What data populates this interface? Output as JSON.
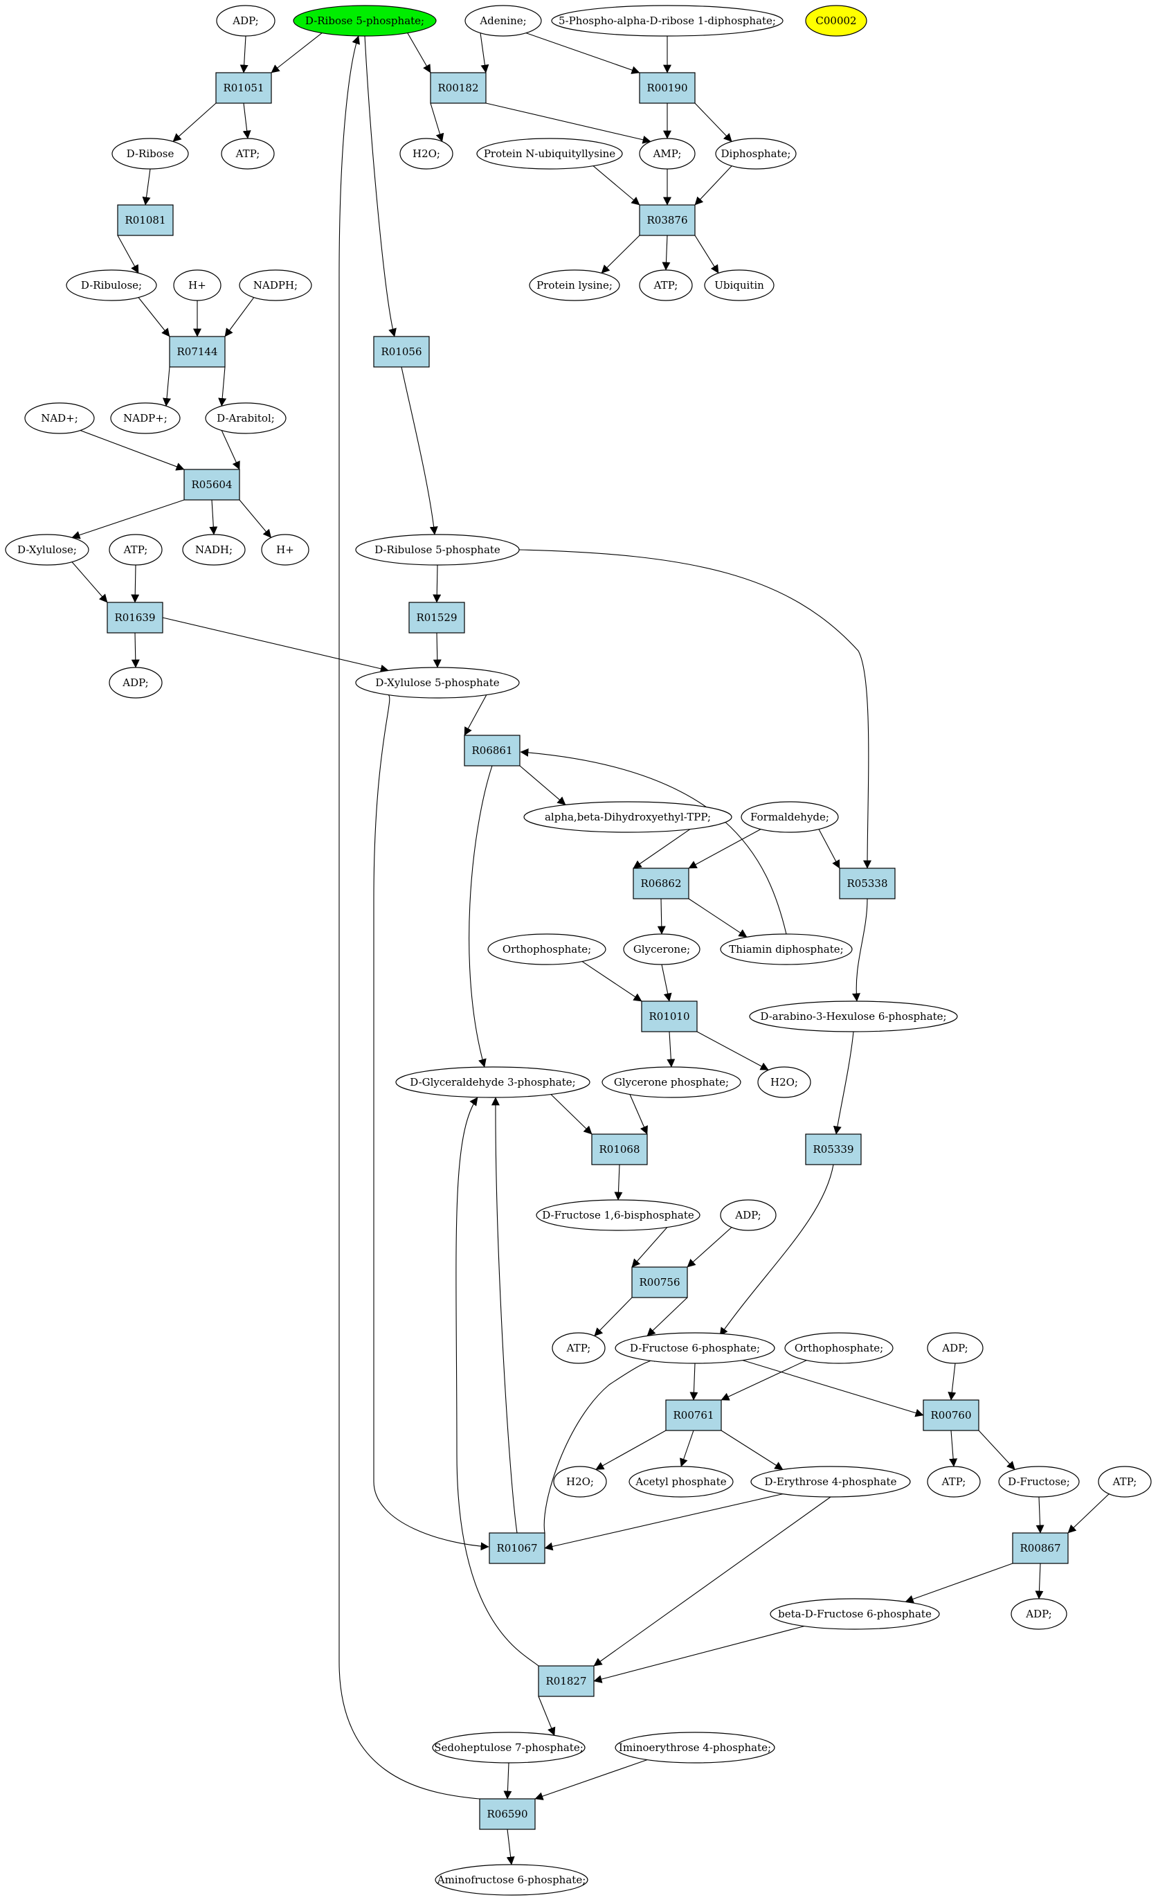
{
  "colors": {
    "reaction_fill": "#add8e6",
    "compound_fill": "#ffffff",
    "highlight_start": "#00ee00",
    "highlight_target": "#ffff00",
    "stroke": "#000000"
  },
  "nodes": {
    "n_adp1": {
      "label": "ADP;",
      "kind": "compound"
    },
    "n_r5p": {
      "label": "D-Ribose 5-phosphate;",
      "kind": "compound",
      "highlight": "start"
    },
    "n_adenine": {
      "label": "Adenine;",
      "kind": "compound"
    },
    "n_prpp": {
      "label": "5-Phospho-alpha-D-ribose 1-diphosphate;",
      "kind": "compound"
    },
    "n_c00002": {
      "label": "C00002",
      "kind": "compound",
      "highlight": "target"
    },
    "r01051": {
      "label": "R01051",
      "kind": "reaction"
    },
    "r00182": {
      "label": "R00182",
      "kind": "reaction"
    },
    "r00190": {
      "label": "R00190",
      "kind": "reaction"
    },
    "n_dribose": {
      "label": "D-Ribose",
      "kind": "compound"
    },
    "n_atp1": {
      "label": "ATP;",
      "kind": "compound"
    },
    "n_h2o1": {
      "label": "H2O;",
      "kind": "compound"
    },
    "n_pnul": {
      "label": "Protein N-ubiquityllysine",
      "kind": "compound"
    },
    "n_amp": {
      "label": "AMP;",
      "kind": "compound"
    },
    "n_diphos": {
      "label": "Diphosphate;",
      "kind": "compound"
    },
    "r01081": {
      "label": "R01081",
      "kind": "reaction"
    },
    "r03876": {
      "label": "R03876",
      "kind": "reaction"
    },
    "n_dribulose": {
      "label": "D-Ribulose;",
      "kind": "compound"
    },
    "n_hplus1": {
      "label": "H+",
      "kind": "compound"
    },
    "n_nadph": {
      "label": "NADPH;",
      "kind": "compound"
    },
    "n_plys": {
      "label": "Protein lysine;",
      "kind": "compound"
    },
    "n_atp2": {
      "label": "ATP;",
      "kind": "compound"
    },
    "n_ubiq": {
      "label": "Ubiquitin",
      "kind": "compound"
    },
    "r07144": {
      "label": "R07144",
      "kind": "reaction"
    },
    "r01056": {
      "label": "R01056",
      "kind": "reaction"
    },
    "n_nad": {
      "label": "NAD+;",
      "kind": "compound"
    },
    "n_nadp": {
      "label": "NADP+;",
      "kind": "compound"
    },
    "n_arabitol": {
      "label": "D-Arabitol;",
      "kind": "compound"
    },
    "r05604": {
      "label": "R05604",
      "kind": "reaction"
    },
    "n_dxylulose": {
      "label": "D-Xylulose;",
      "kind": "compound"
    },
    "n_atp3": {
      "label": "ATP;",
      "kind": "compound"
    },
    "n_nadh": {
      "label": "NADH;",
      "kind": "compound"
    },
    "n_hplus2": {
      "label": "H+",
      "kind": "compound"
    },
    "n_ru5p": {
      "label": "D-Ribulose 5-phosphate",
      "kind": "compound"
    },
    "r01639": {
      "label": "R01639",
      "kind": "reaction"
    },
    "r01529": {
      "label": "R01529",
      "kind": "reaction"
    },
    "n_adp2": {
      "label": "ADP;",
      "kind": "compound"
    },
    "n_xu5p": {
      "label": "D-Xylulose 5-phosphate",
      "kind": "compound"
    },
    "r06861": {
      "label": "R06861",
      "kind": "reaction"
    },
    "n_adhetpp": {
      "label": "alpha,beta-Dihydroxyethyl-TPP;",
      "kind": "compound"
    },
    "n_formald": {
      "label": "Formaldehyde;",
      "kind": "compound"
    },
    "r06862": {
      "label": "R06862",
      "kind": "reaction"
    },
    "r05338": {
      "label": "R05338",
      "kind": "reaction"
    },
    "n_orthop1": {
      "label": "Orthophosphate;",
      "kind": "compound"
    },
    "n_glycerone": {
      "label": "Glycerone;",
      "kind": "compound"
    },
    "n_thdp": {
      "label": "Thiamin diphosphate;",
      "kind": "compound"
    },
    "r01010": {
      "label": "R01010",
      "kind": "reaction"
    },
    "n_ah6p": {
      "label": "D-arabino-3-Hexulose 6-phosphate;",
      "kind": "compound"
    },
    "n_g3p": {
      "label": "D-Glyceraldehyde 3-phosphate;",
      "kind": "compound"
    },
    "n_dhap": {
      "label": "Glycerone phosphate;",
      "kind": "compound"
    },
    "n_h2o2": {
      "label": "H2O;",
      "kind": "compound"
    },
    "r01068": {
      "label": "R01068",
      "kind": "reaction"
    },
    "r05339": {
      "label": "R05339",
      "kind": "reaction"
    },
    "n_fbp": {
      "label": "D-Fructose 1,6-bisphosphate",
      "kind": "compound"
    },
    "n_adp3": {
      "label": "ADP;",
      "kind": "compound"
    },
    "r00756": {
      "label": "R00756",
      "kind": "reaction"
    },
    "n_atp4": {
      "label": "ATP;",
      "kind": "compound"
    },
    "n_f6p": {
      "label": "D-Fructose 6-phosphate;",
      "kind": "compound"
    },
    "n_orthop2": {
      "label": "Orthophosphate;",
      "kind": "compound"
    },
    "n_adp4": {
      "label": "ADP;",
      "kind": "compound"
    },
    "r00761": {
      "label": "R00761",
      "kind": "reaction"
    },
    "r00760": {
      "label": "R00760",
      "kind": "reaction"
    },
    "n_h2o3": {
      "label": "H2O;",
      "kind": "compound"
    },
    "n_acetylp": {
      "label": "Acetyl phosphate",
      "kind": "compound"
    },
    "n_e4p": {
      "label": "D-Erythrose 4-phosphate",
      "kind": "compound"
    },
    "n_atp5": {
      "label": "ATP;",
      "kind": "compound"
    },
    "n_dfructose": {
      "label": "D-Fructose;",
      "kind": "compound"
    },
    "n_atp6": {
      "label": "ATP;",
      "kind": "compound"
    },
    "r01067": {
      "label": "R01067",
      "kind": "reaction"
    },
    "r00867": {
      "label": "R00867",
      "kind": "reaction"
    },
    "n_bf6p": {
      "label": "beta-D-Fructose 6-phosphate",
      "kind": "compound"
    },
    "n_adp5": {
      "label": "ADP;",
      "kind": "compound"
    },
    "r01827": {
      "label": "R01827",
      "kind": "reaction"
    },
    "n_s7p": {
      "label": "Sedoheptulose 7-phosphate;",
      "kind": "compound"
    },
    "n_ie4p": {
      "label": "Iminoerythrose 4-phosphate;",
      "kind": "compound"
    },
    "r06590": {
      "label": "R06590",
      "kind": "reaction"
    },
    "n_af6p": {
      "label": "Aminofructose 6-phosphate;",
      "kind": "compound"
    }
  }
}
